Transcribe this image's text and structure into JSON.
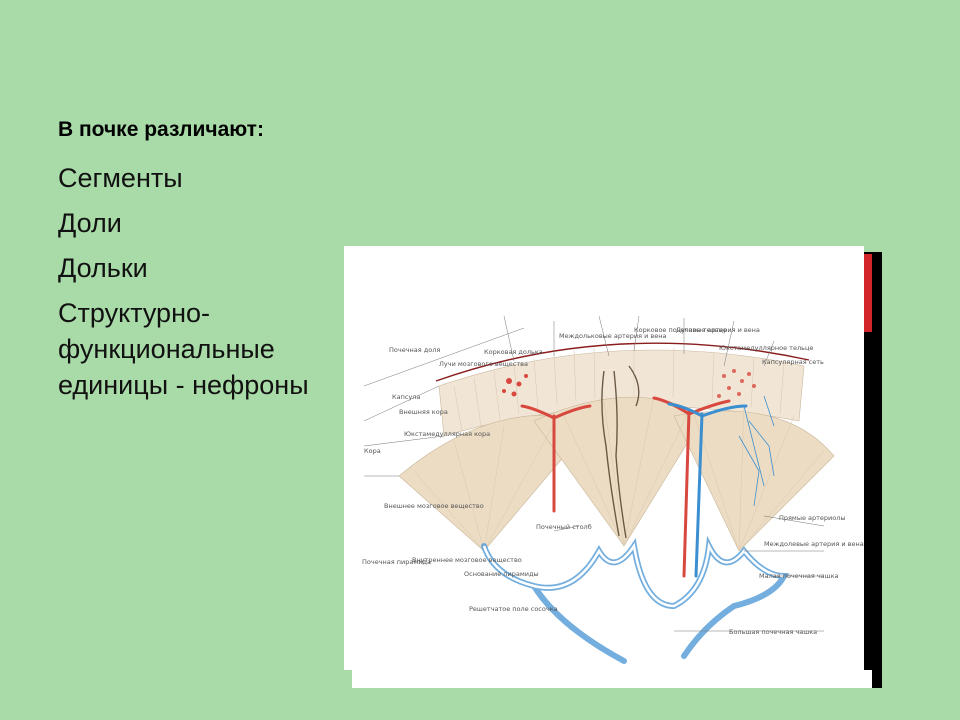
{
  "slide": {
    "title": "В почке различают:",
    "bullets": [
      "Сегменты",
      "Доли",
      "Дольки",
      "Структурно-функциональные единицы - нефроны"
    ]
  },
  "diagram": {
    "labels": {
      "renal_lobe": "Почечная доля",
      "cortical_lobule": "Корковая долька",
      "medullary_rays": "Лучи мозгового вещества",
      "interlobular_vessels": "Междольковые артерия и вена",
      "cortical_nephron": "Корковое почечное тельце",
      "arcuate": "Дуговые артерия и вена",
      "juxtamedullary": "Юкстамедуллярное тельце",
      "capsule_network": "Капсулярная сеть",
      "capsule": "Капсула",
      "inner_cortex": "Внешняя кора",
      "juxta_cortex": "Юкстамедуллярная кора",
      "cortex": "Кора",
      "outer_medulla": "Внешнее мозговое вещество",
      "inner_medulla": "Внутреннее мозговое вещество",
      "pyramid": "Почечная пирамида",
      "renal_column": "Почечный столб",
      "pyramid_base": "Основание пирамиды",
      "cribriform": "Решетчатое поле сосочка",
      "vasa_recta": "Прямые артериолы",
      "interlobar": "Междолевые артерия и вена",
      "minor_calyx": "Малая почечная чашка",
      "major_calyx": "Большая почечная чашка"
    },
    "colors": {
      "artery": "#d8483f",
      "vein": "#3b8fd0",
      "medulla_fan": "#ecdcc4",
      "calyx_outline": "#5aa0d8",
      "cortex_band": "#f1e6d6"
    }
  }
}
